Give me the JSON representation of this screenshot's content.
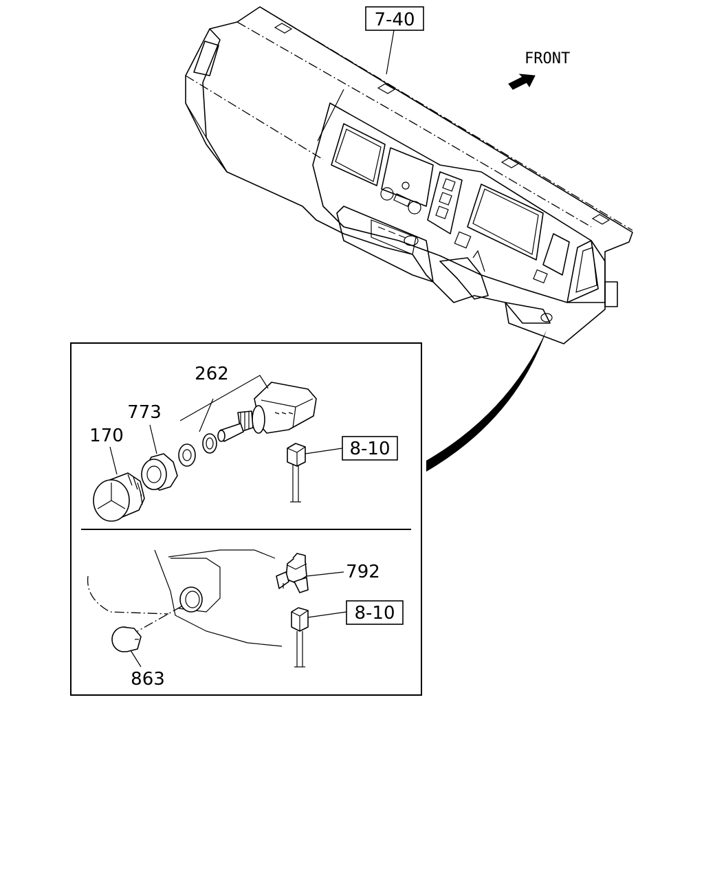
{
  "direction_label": "FRONT",
  "refs": {
    "dashboard": "7-40",
    "harness_upper": "8-10",
    "harness_lower": "8-10"
  },
  "parts": {
    "switch": "262",
    "nut": "773",
    "knob": "170",
    "relay": "792",
    "plug": "863"
  }
}
